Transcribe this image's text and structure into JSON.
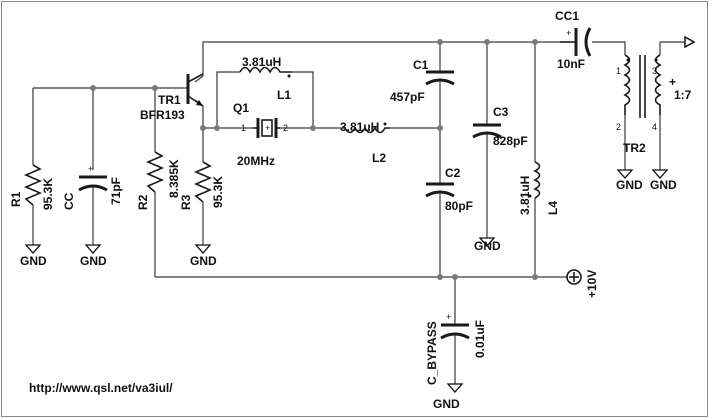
{
  "transistor": {
    "ref": "TR1",
    "part": "BFR193"
  },
  "crystal": {
    "ref": "Q1",
    "value": "20MHz",
    "pin1": "1",
    "pin2": "2"
  },
  "inductors": [
    {
      "ref": "L1",
      "value": "3.81uH"
    },
    {
      "ref": "L2",
      "value": "3.81uH"
    },
    {
      "ref": "L4",
      "value": "3.81uH"
    }
  ],
  "capacitors": {
    "c1": {
      "ref": "C1",
      "value": "457pF"
    },
    "c2": {
      "ref": "C2",
      "value": "80pF"
    },
    "c3": {
      "ref": "C3",
      "value": "828pF"
    },
    "cc": {
      "ref": "CC",
      "value": "71pF"
    },
    "cc1": {
      "ref": "CC1",
      "value": "10nF"
    },
    "bypass": {
      "ref": "C_BYPASS",
      "value": "0.01uF"
    }
  },
  "resistors": {
    "r1": {
      "ref": "R1",
      "value": "95.3K"
    },
    "r2": {
      "ref": "R2",
      "value": "8.385K"
    },
    "r3": {
      "ref": "R3",
      "value": "95.3K"
    }
  },
  "transformer": {
    "ref": "TR2",
    "ratio": "1:7",
    "pins": [
      "1",
      "2",
      "3",
      "4"
    ]
  },
  "supply": {
    "label": "+10V"
  },
  "ground_label": "GND",
  "polarity_plus": "+",
  "footer_url": "http://www.qsl.net/va3iul/",
  "colors": {
    "wire": "#3a3a3a",
    "component": "#1a1a1a",
    "junction": "#7a7a7a"
  }
}
